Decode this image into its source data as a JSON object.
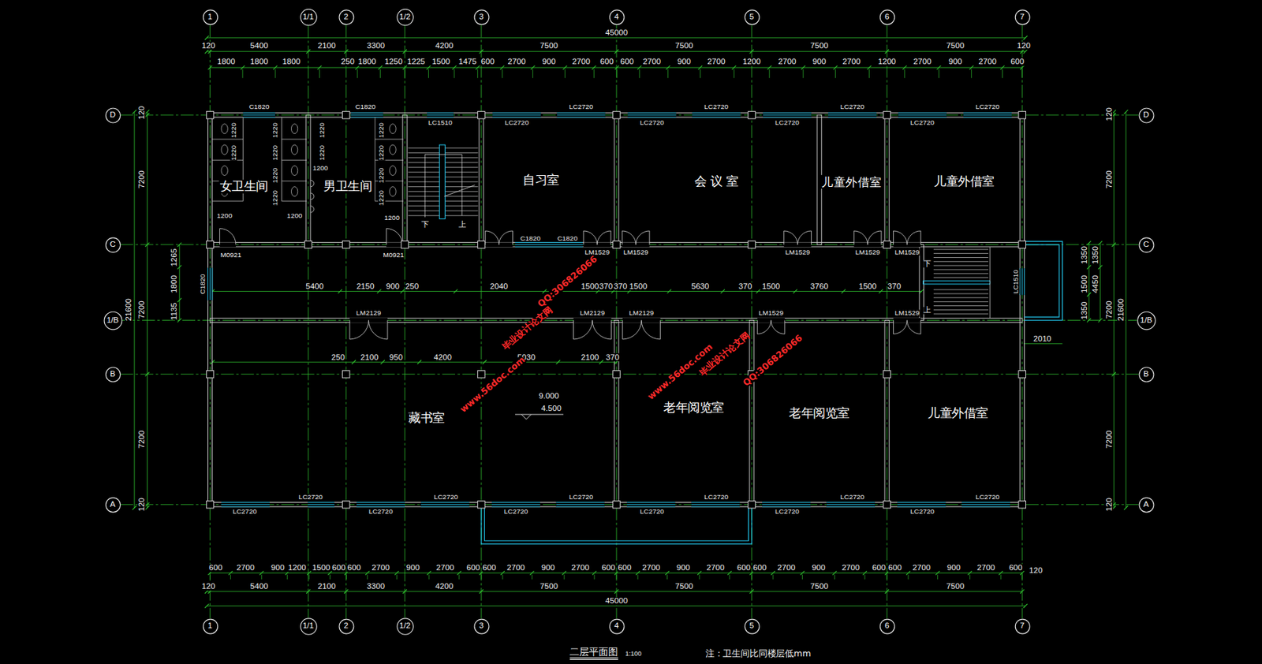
{
  "diagram": {
    "title": "二层平面图",
    "caption": "注：卫生间比同楼层低mm",
    "nodes": [
      {
        "text": [
          "1"
        ]
      },
      {
        "text": [
          "1/1"
        ]
      },
      {
        "text": [
          "2"
        ]
      },
      {
        "text": [
          "1/2"
        ]
      },
      {
        "text": [
          "3"
        ]
      },
      {
        "text": [
          "4"
        ]
      },
      {
        "text": [
          "5"
        ]
      },
      {
        "text": [
          "6"
        ]
      },
      {
        "text": [
          "7"
        ]
      },
      {
        "text": [
          "D"
        ]
      },
      {
        "text": [
          "C"
        ]
      },
      {
        "text": [
          "1/B"
        ]
      },
      {
        "text": [
          "B"
        ]
      },
      {
        "text": [
          "A"
        ]
      },
      {
        "text": [
          "D"
        ]
      },
      {
        "text": [
          "C"
        ]
      },
      {
        "text": [
          "1/B"
        ]
      },
      {
        "text": [
          "B"
        ]
      },
      {
        "text": [
          "A"
        ]
      },
      {
        "text": [
          "女卫生间"
        ]
      },
      {
        "text": [
          "男卫生间"
        ]
      },
      {
        "text": [
          "自习室"
        ]
      },
      {
        "text": [
          "会 议 室"
        ]
      },
      {
        "text": [
          "儿童外借室"
        ]
      },
      {
        "text": [
          "儿童外借室"
        ]
      },
      {
        "text": [
          "藏书室"
        ]
      },
      {
        "text": [
          "老年阅览室"
        ]
      },
      {
        "text": [
          "老年阅览室"
        ]
      },
      {
        "text": [
          "儿童外借室"
        ]
      },
      {
        "text": [
          "1"
        ]
      },
      {
        "text": [
          "1/1"
        ]
      },
      {
        "text": [
          "2"
        ]
      },
      {
        "text": [
          "1/2"
        ]
      },
      {
        "text": [
          "3"
        ]
      },
      {
        "text": [
          "4"
        ]
      },
      {
        "text": [
          "5"
        ]
      },
      {
        "text": [
          "6"
        ]
      },
      {
        "text": [
          "7"
        ]
      }
    ],
    "edges": [
      {
        "from": 0,
        "to": 29,
        "arrow": "none"
      },
      {
        "from": 1,
        "to": 30,
        "arrow": "none"
      },
      {
        "from": 2,
        "to": 31,
        "arrow": "none"
      },
      {
        "from": 3,
        "to": 32,
        "arrow": "none"
      },
      {
        "from": 4,
        "to": 33,
        "arrow": "none"
      },
      {
        "from": 5,
        "to": 34,
        "arrow": "none"
      },
      {
        "from": 6,
        "to": 35,
        "arrow": "none"
      },
      {
        "from": 7,
        "to": 36,
        "arrow": "none"
      },
      {
        "from": 8,
        "to": 37,
        "arrow": "none"
      },
      {
        "from": 9,
        "to": 14,
        "arrow": "none"
      },
      {
        "from": 10,
        "to": 15,
        "arrow": "none"
      },
      {
        "from": 11,
        "to": 16,
        "arrow": "none"
      },
      {
        "from": 12,
        "to": 17,
        "arrow": "none"
      },
      {
        "from": 13,
        "to": 18,
        "arrow": "none"
      }
    ],
    "labels": [
      "45000",
      "120",
      "5400",
      "2100",
      "3300",
      "4200",
      "7500",
      "7500",
      "7500",
      "7500",
      "120",
      "1800",
      "1800",
      "1800",
      "250",
      "1800",
      "1250",
      "1225",
      "1500",
      "1475",
      "600",
      "2700",
      "900",
      "2700",
      "600",
      "600",
      "2700",
      "900",
      "2700",
      "1200",
      "2700",
      "900",
      "2700",
      "1200",
      "2700",
      "900",
      "2700",
      "600",
      "C1820",
      "C1820",
      "LC2720",
      "LC2720",
      "LC2720",
      "LC2720",
      "LC1510",
      "LC2720",
      "LC2720",
      "LC2720",
      "LC2720",
      "120",
      "7200",
      "7200",
      "7200",
      "120",
      "21600",
      "1265",
      "1800",
      "1135",
      "C1820",
      "120",
      "7200",
      "7200",
      "7200",
      "120",
      "21600",
      "1350",
      "1500",
      "1350",
      "1350",
      "4450",
      "LC1510",
      "1220",
      "1220",
      "1220",
      "1220",
      "1220",
      "1220",
      "1220",
      "1220",
      "1220",
      "1220",
      "1220",
      "1220",
      "1200",
      "1200",
      "1200",
      "1200",
      "M0921",
      "M0921",
      "C1820",
      "C1820",
      "LM1529",
      "LM1529",
      "LM1529",
      "LM1529",
      "LM1529",
      "5400",
      "2150",
      "900",
      "250",
      "2040",
      "1500",
      "370",
      "370",
      "1500",
      "5630",
      "370",
      "1500",
      "3760",
      "1500",
      "370",
      "LM2129",
      "LM2129",
      "LM2129",
      "LM1529",
      "LM1529",
      "下",
      "上",
      "下",
      "上",
      "250",
      "2100",
      "950",
      "4200",
      "5030",
      "2100",
      "370",
      "2010",
      "9.000",
      "4.500",
      "LC2720",
      "LC2720",
      "LC2720",
      "LC2720",
      "LC2720",
      "LC2720",
      "LC2720",
      "LC2720",
      "LC2720",
      "LC2720",
      "LC2720",
      "LC2720",
      "600",
      "2700",
      "900",
      "1200",
      "1500",
      "600",
      "600",
      "2700",
      "900",
      "2700",
      "600",
      "600",
      "2700",
      "900",
      "2700",
      "600",
      "600",
      "2700",
      "900",
      "2700",
      "600",
      "600",
      "2700",
      "900",
      "2700",
      "600",
      "600",
      "2700",
      "900",
      "2700",
      "600",
      "120",
      "120",
      "5400",
      "2100",
      "3300",
      "4200",
      "7500",
      "7500",
      "7500",
      "7500",
      "45000",
      "1:100",
      "www.56doc.com",
      "毕业设计论文网",
      "QQ:306826066",
      "www.56doc.com",
      "毕业设计论文网",
      "QQ:306826066"
    ]
  }
}
